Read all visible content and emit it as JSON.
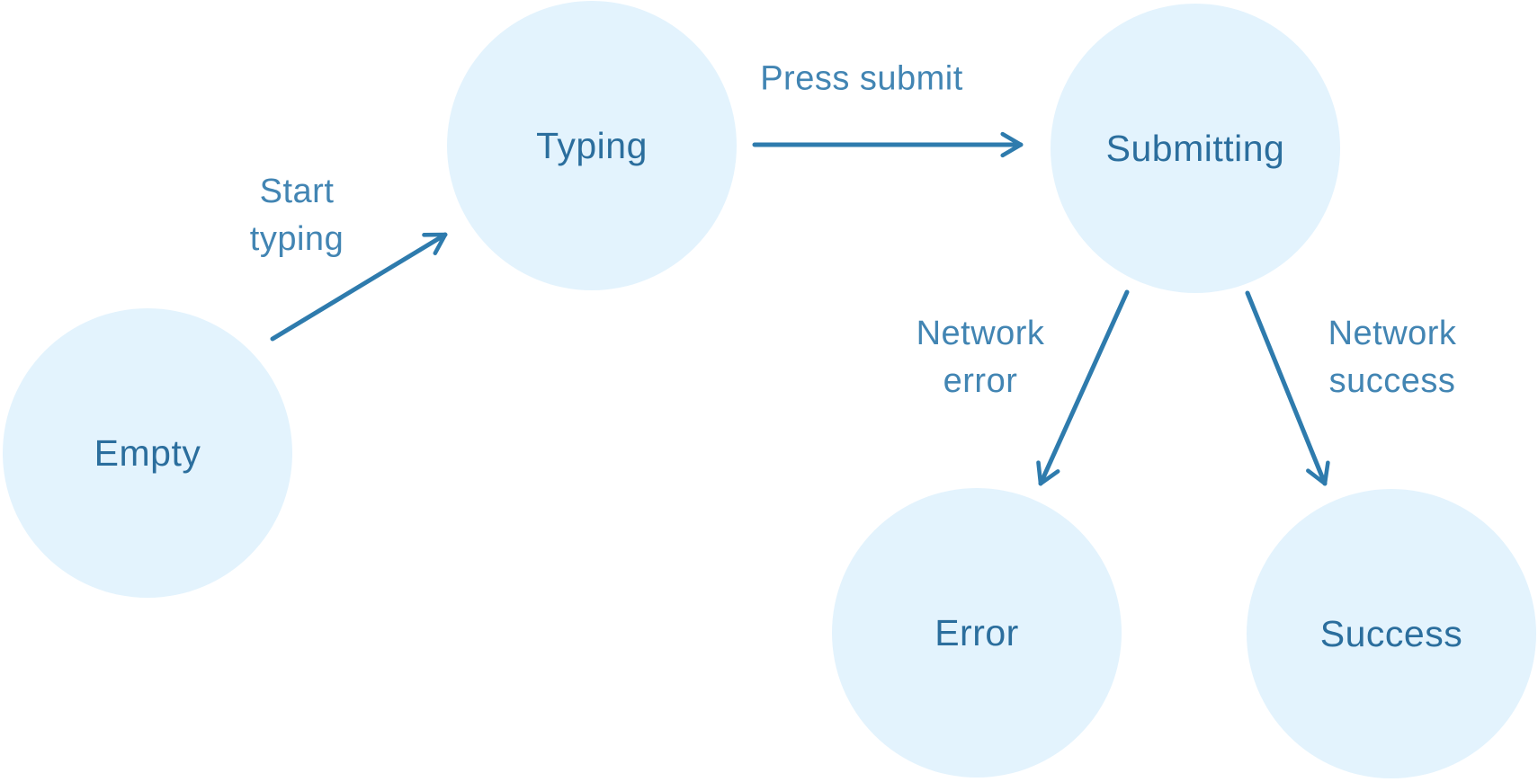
{
  "diagram": {
    "type": "state-machine",
    "nodes": [
      {
        "id": "empty",
        "label": "Empty"
      },
      {
        "id": "typing",
        "label": "Typing"
      },
      {
        "id": "submitting",
        "label": "Submitting"
      },
      {
        "id": "error",
        "label": "Error"
      },
      {
        "id": "success",
        "label": "Success"
      }
    ],
    "edges": [
      {
        "from": "empty",
        "to": "typing",
        "label": "Start typing",
        "label_lines": [
          "Start",
          "typing"
        ]
      },
      {
        "from": "typing",
        "to": "submitting",
        "label": "Press submit",
        "label_lines": [
          "Press submit"
        ]
      },
      {
        "from": "submitting",
        "to": "error",
        "label": "Network error",
        "label_lines": [
          "Network",
          "error"
        ]
      },
      {
        "from": "submitting",
        "to": "success",
        "label": "Network success",
        "label_lines": [
          "Network",
          "success"
        ]
      }
    ]
  },
  "colors": {
    "background": "#ffffff",
    "node_fill": "#e3f3fd",
    "node_text": "#2b6e9d",
    "arrow": "#2e7bad",
    "edge_label": "#4285b3"
  }
}
